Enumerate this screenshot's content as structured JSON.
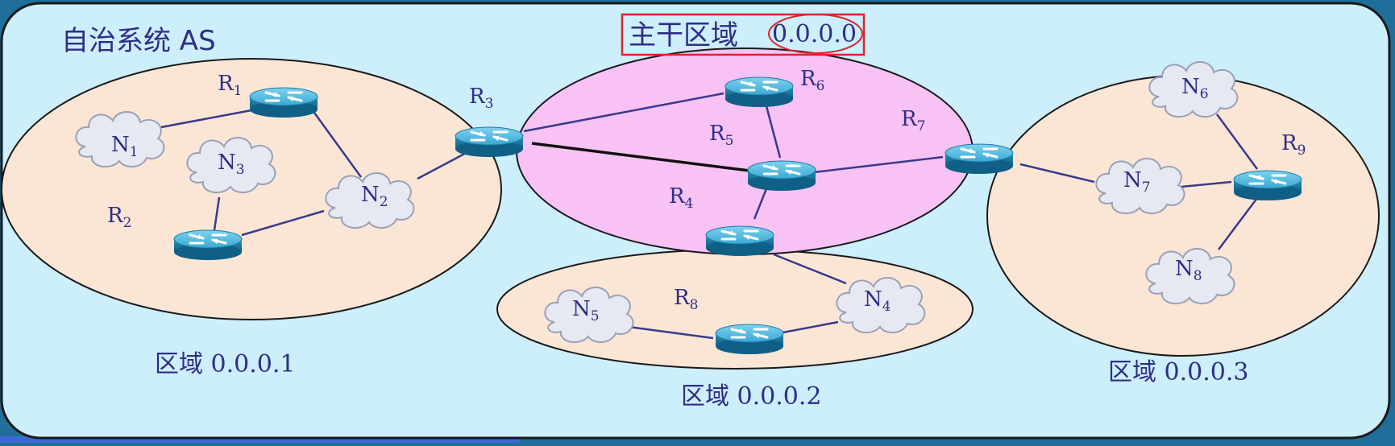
{
  "as_label": "自治系统 AS",
  "backbone": {
    "title": "主干区域",
    "id": "0.0.0.0"
  },
  "areas": {
    "area1": "区域 0.0.0.1",
    "area2": "区域 0.0.0.2",
    "area3": "区域 0.0.0.3"
  },
  "routers": {
    "R1": {
      "base": "R",
      "sub": "1"
    },
    "R2": {
      "base": "R",
      "sub": "2"
    },
    "R3": {
      "base": "R",
      "sub": "3"
    },
    "R4": {
      "base": "R",
      "sub": "4"
    },
    "R5": {
      "base": "R",
      "sub": "5"
    },
    "R6": {
      "base": "R",
      "sub": "6"
    },
    "R7": {
      "base": "R",
      "sub": "7"
    },
    "R8": {
      "base": "R",
      "sub": "8"
    },
    "R9": {
      "base": "R",
      "sub": "9"
    }
  },
  "networks": {
    "N1": {
      "base": "N",
      "sub": "1"
    },
    "N2": {
      "base": "N",
      "sub": "2"
    },
    "N3": {
      "base": "N",
      "sub": "3"
    },
    "N4": {
      "base": "N",
      "sub": "4"
    },
    "N5": {
      "base": "N",
      "sub": "5"
    },
    "N6": {
      "base": "N",
      "sub": "6"
    },
    "N7": {
      "base": "N",
      "sub": "7"
    },
    "N8": {
      "base": "N",
      "sub": "8"
    }
  },
  "colors": {
    "as_background": "#cdeefb",
    "area_fill": "#fbe6d6",
    "backbone_fill": "#f8c2f5",
    "title_box": "#d8262e",
    "link": "#3a3a8c",
    "label": "#2e2e86"
  }
}
